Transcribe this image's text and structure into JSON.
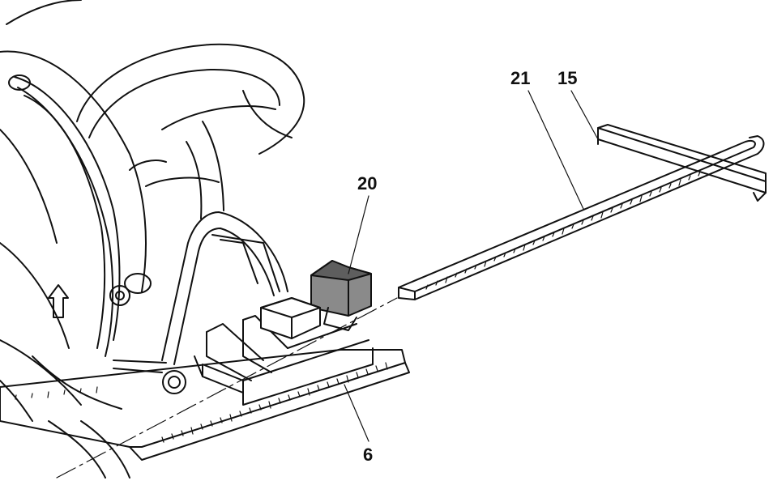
{
  "callouts": [
    {
      "id": "20",
      "text": "20"
    },
    {
      "id": "21",
      "text": "21"
    },
    {
      "id": "15",
      "text": "15"
    },
    {
      "id": "6",
      "text": "6"
    }
  ],
  "colors": {
    "line": "#111111",
    "block_fill": "#8a8a8a",
    "block_top": "#5e5e5e",
    "paper": "#ffffff"
  }
}
